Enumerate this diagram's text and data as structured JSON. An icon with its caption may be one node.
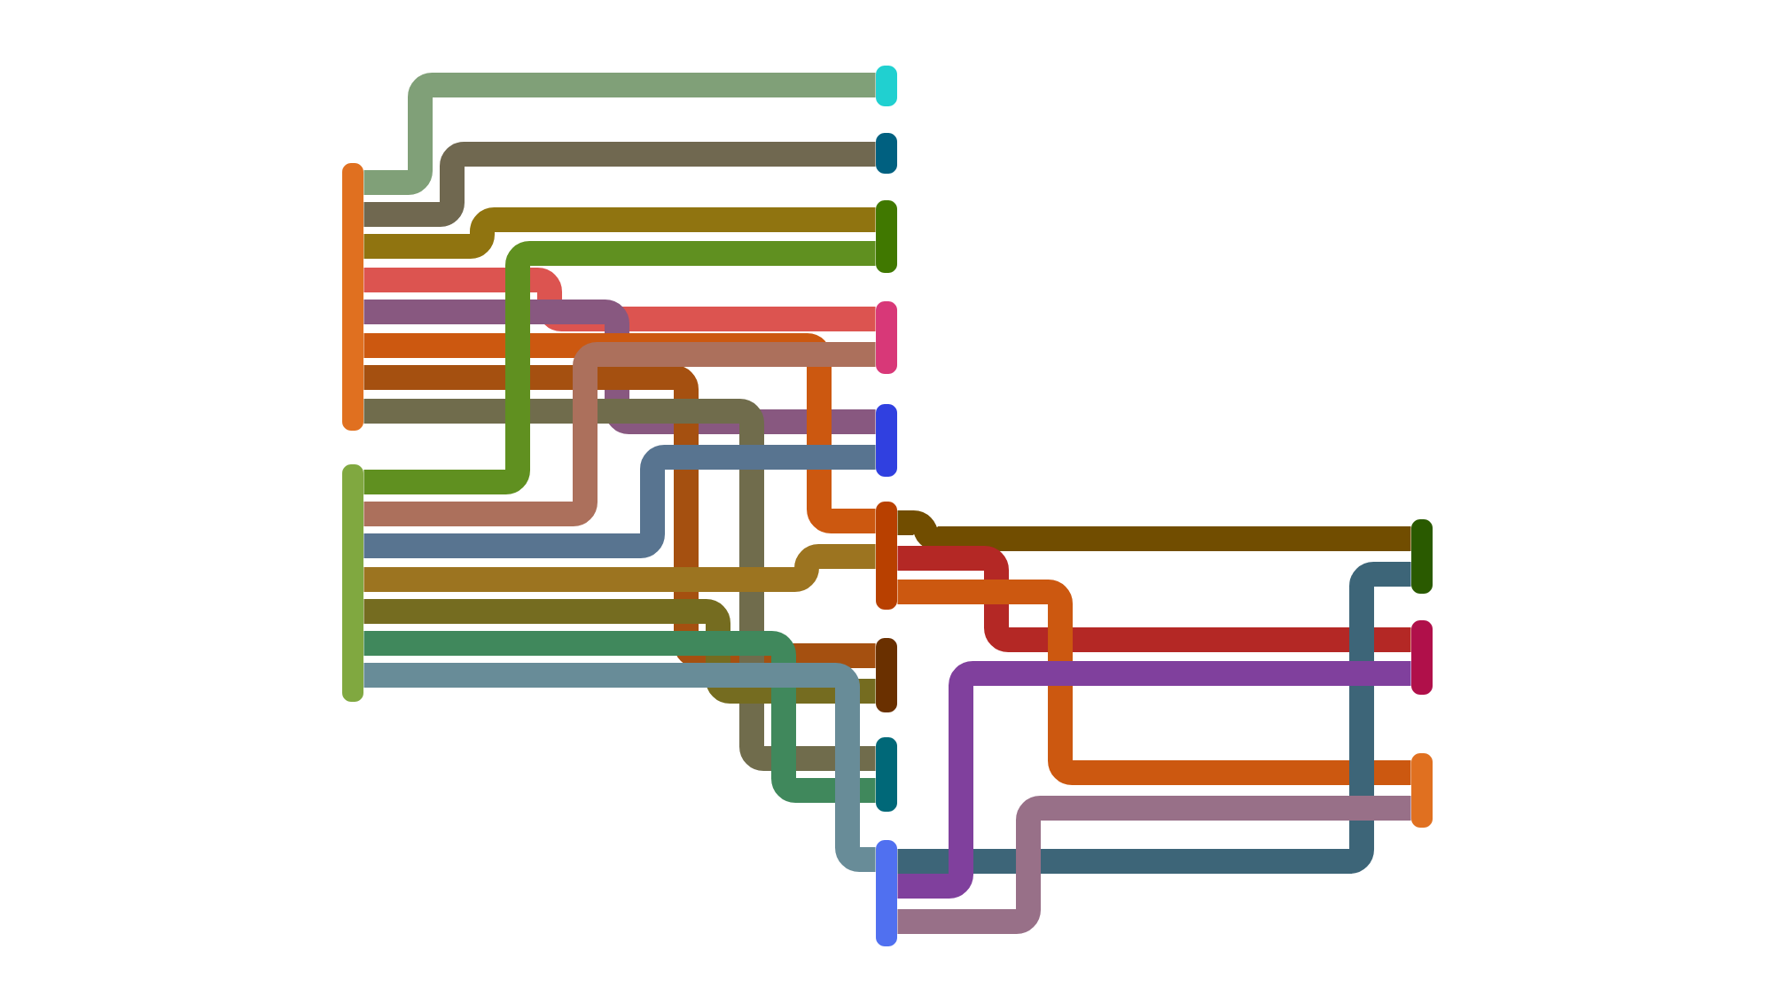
{
  "diagram": {
    "nodes": [
      {
        "text": [],
        "shape": "bar"
      },
      {
        "text": [],
        "shape": "bar"
      },
      {
        "text": [],
        "shape": "bar"
      },
      {
        "text": [],
        "shape": "bar"
      },
      {
        "text": [],
        "shape": "bar"
      },
      {
        "text": [],
        "shape": "bar"
      },
      {
        "text": [],
        "shape": "bar"
      },
      {
        "text": [],
        "shape": "bar"
      },
      {
        "text": [],
        "shape": "bar"
      },
      {
        "text": [],
        "shape": "bar"
      },
      {
        "text": [],
        "shape": "bar"
      },
      {
        "text": [],
        "shape": "bar"
      },
      {
        "text": [],
        "shape": "bar"
      },
      {
        "text": [],
        "shape": "bar"
      }
    ],
    "edges": [
      {
        "from": 0,
        "to": 2,
        "arrow": "none",
        "color": "#80a078"
      },
      {
        "from": 0,
        "to": 3,
        "arrow": "none",
        "color": "#706850"
      },
      {
        "from": 0,
        "to": 4,
        "arrow": "none",
        "color": "#907410"
      },
      {
        "from": 0,
        "to": 5,
        "arrow": "none",
        "color": "#dc5450"
      },
      {
        "from": 0,
        "to": 6,
        "arrow": "none",
        "color": "#885880"
      },
      {
        "from": 0,
        "to": 7,
        "arrow": "none",
        "color": "#cc5810"
      },
      {
        "from": 0,
        "to": 8,
        "arrow": "none",
        "color": "#a55010"
      },
      {
        "from": 0,
        "to": 9,
        "arrow": "none",
        "color": "#706c4c"
      },
      {
        "from": 1,
        "to": 4,
        "arrow": "none",
        "color": "#609020"
      },
      {
        "from": 1,
        "to": 5,
        "arrow": "none",
        "color": "#ac705c"
      },
      {
        "from": 1,
        "to": 6,
        "arrow": "none",
        "color": "#587490"
      },
      {
        "from": 1,
        "to": 7,
        "arrow": "none",
        "color": "#9c7420"
      },
      {
        "from": 1,
        "to": 8,
        "arrow": "none",
        "color": "#756c20"
      },
      {
        "from": 1,
        "to": 9,
        "arrow": "none",
        "color": "#40885c"
      },
      {
        "from": 1,
        "to": 10,
        "arrow": "none",
        "color": "#688c98"
      },
      {
        "from": 7,
        "to": 11,
        "arrow": "none",
        "color": "#714d00"
      },
      {
        "from": 7,
        "to": 12,
        "arrow": "none",
        "color": "#b42825"
      },
      {
        "from": 7,
        "to": 13,
        "arrow": "none",
        "color": "#cc5810"
      },
      {
        "from": 10,
        "to": 11,
        "arrow": "none",
        "color": "#3d6578"
      },
      {
        "from": 10,
        "to": 12,
        "arrow": "none",
        "color": "#80409d"
      },
      {
        "from": 10,
        "to": 13,
        "arrow": "none",
        "color": "#987088"
      }
    ]
  }
}
